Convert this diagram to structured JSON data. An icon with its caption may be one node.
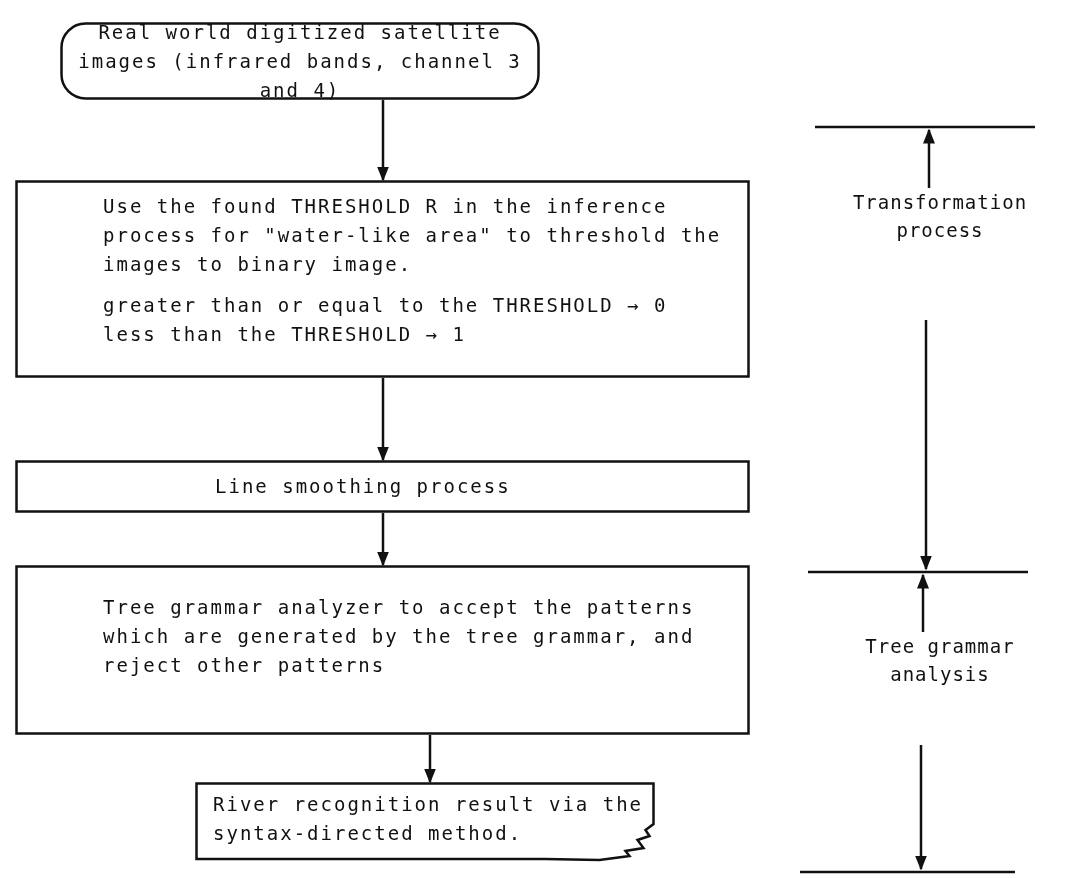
{
  "diagram": {
    "nodes": [
      {
        "text": [
          "Real world digitized satellite images (infrared bands, channel 3 and 4)"
        ]
      },
      {
        "text": [
          "Use the found THRESHOLD R in the inference process for \"water-like area\" to threshold the images to binary image.",
          "greater than or equal to the THRESHOLD → 0",
          "less than the THRESHOLD → 1"
        ]
      },
      {
        "text": [
          "Line smoothing process"
        ]
      },
      {
        "text": [
          "Tree grammar analyzer to accept the patterns which are generated by the tree grammar, and reject other patterns"
        ]
      },
      {
        "text": [
          "River recognition result via the syntax-directed method."
        ]
      }
    ],
    "edges": [
      {
        "from": 0,
        "to": 1,
        "arrow": "to"
      },
      {
        "from": 1,
        "to": 2,
        "arrow": "to"
      },
      {
        "from": 2,
        "to": 3,
        "arrow": "to"
      },
      {
        "from": 3,
        "to": 4,
        "arrow": "to"
      }
    ],
    "labels": [
      "Transformation process",
      "Tree grammar analysis"
    ]
  }
}
